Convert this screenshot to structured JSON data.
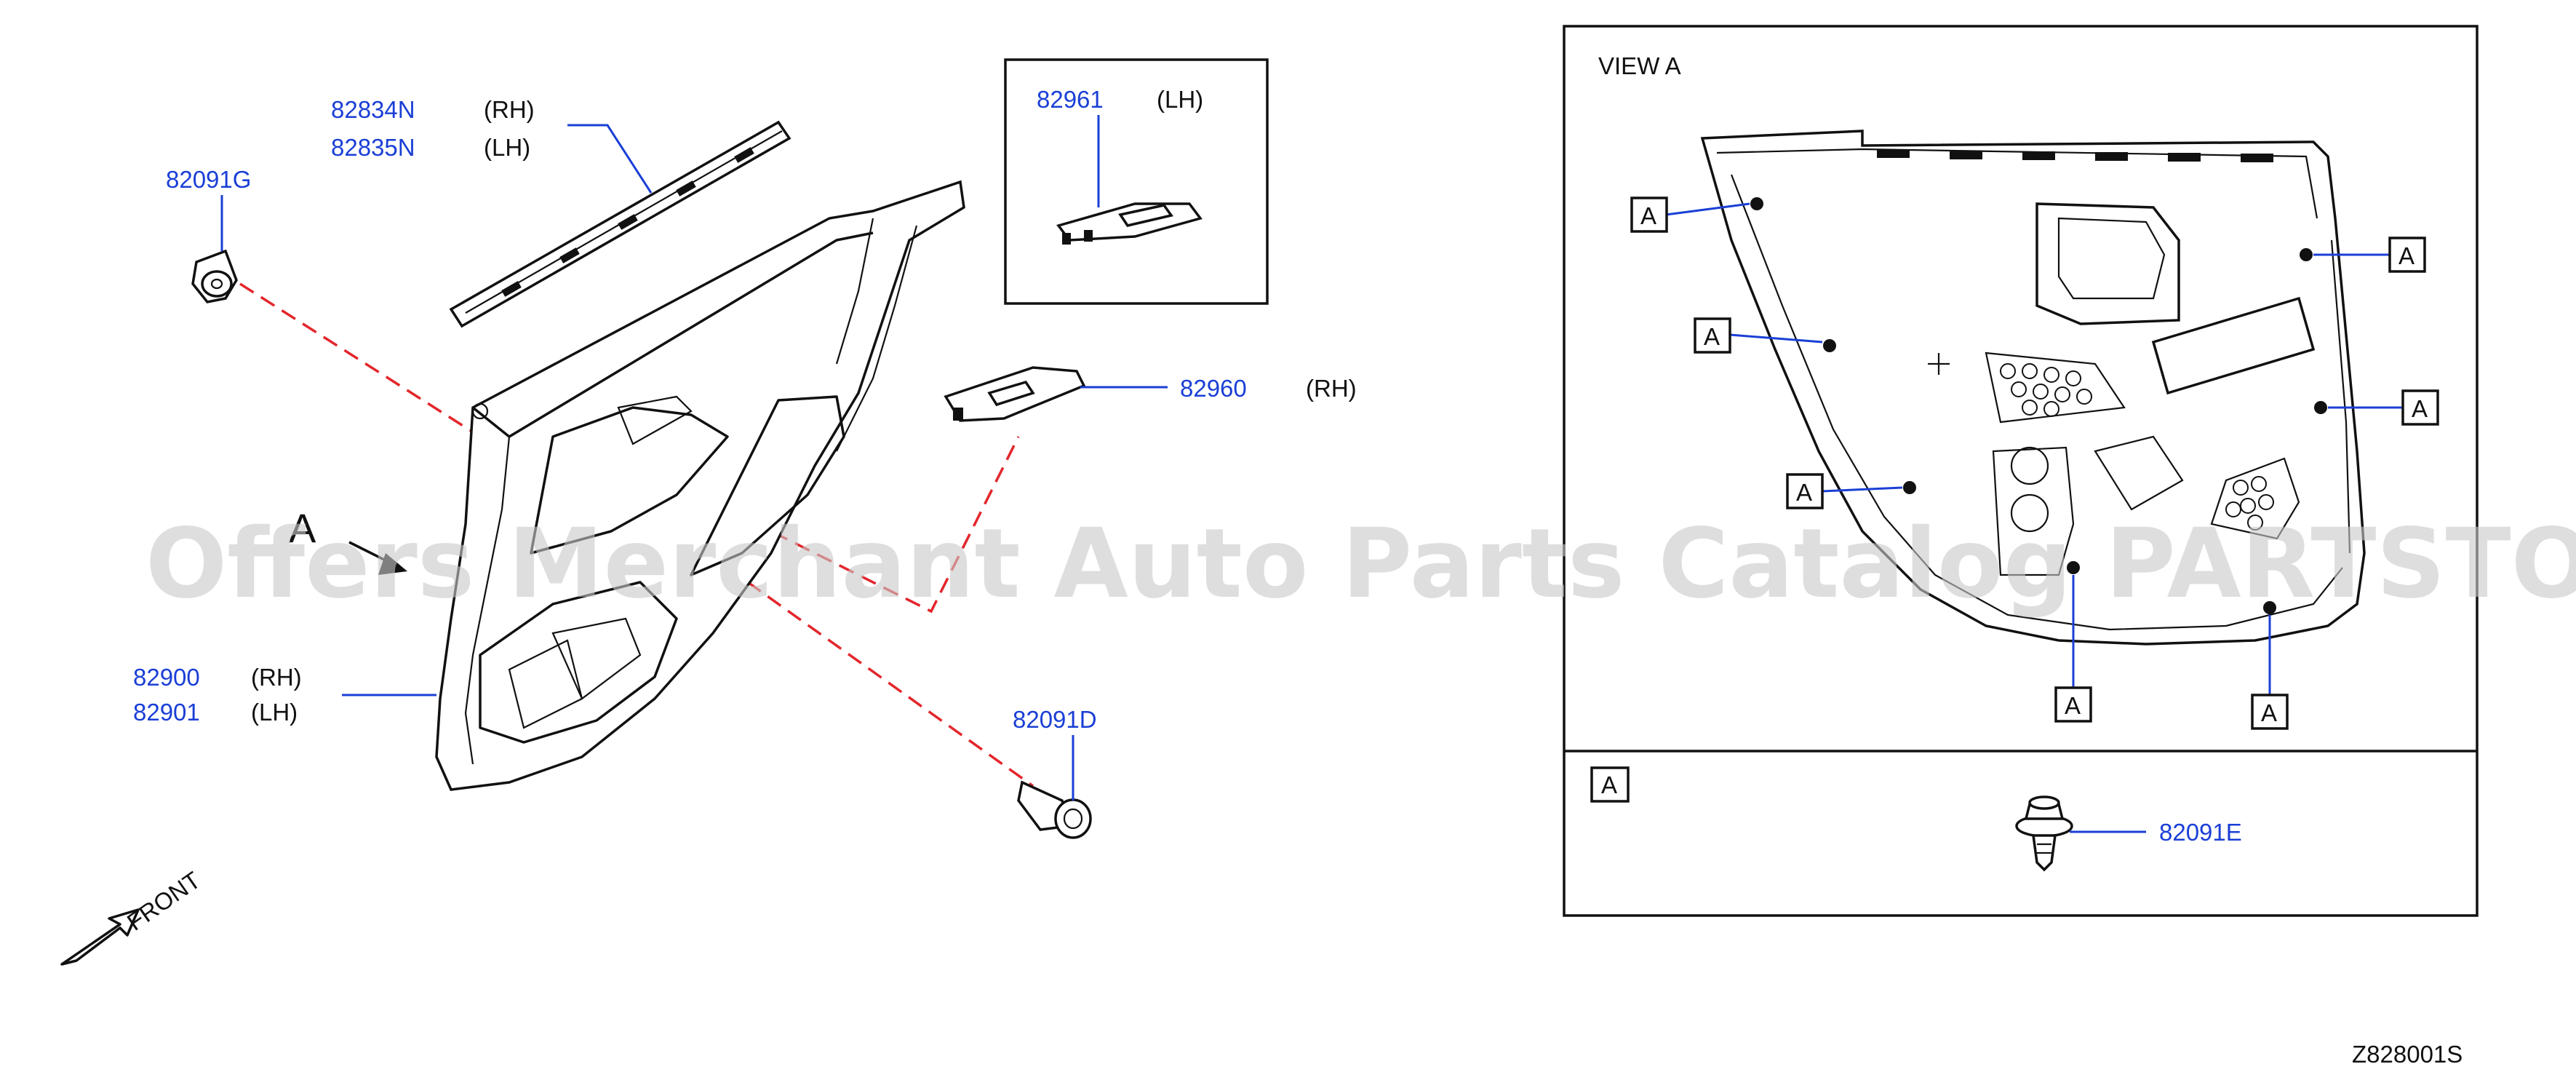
{
  "labels": {
    "p82834N": "82834N",
    "rh1": "(RH)",
    "p82835N": "82835N",
    "lh1": "(LH)",
    "p82091G": "82091G",
    "p82961": "82961",
    "lh2": "(LH)",
    "p82960": "82960",
    "rh2": "(RH)",
    "p82900": "82900",
    "rh3": "(RH)",
    "p82901": "82901",
    "lh3": "(LH)",
    "p82091D": "82091D",
    "view_a": "A",
    "front": "FRONT"
  },
  "view_panel": {
    "title": "VIEW   A",
    "callout": "A",
    "legend_callout": "A",
    "legend_part": "82091E"
  },
  "watermark": "Offers Merchant Auto Parts Catalog PARTSTORE.SA",
  "diagram_code": "Z828001S"
}
